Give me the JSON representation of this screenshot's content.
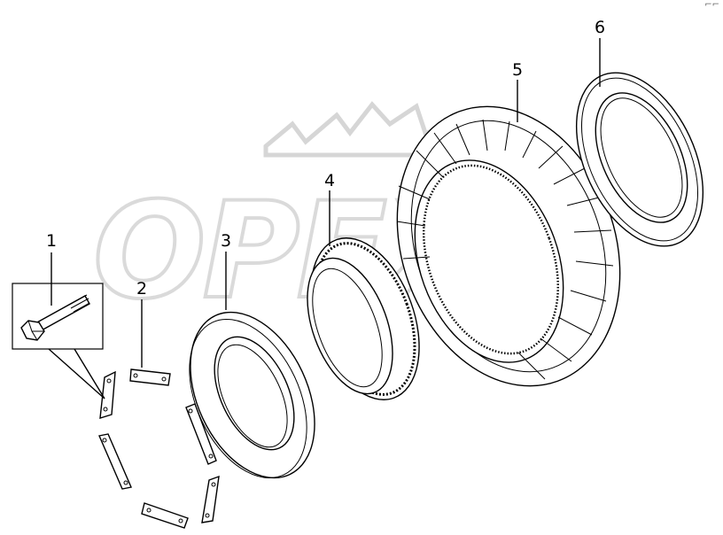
{
  "diagram": {
    "watermark_text": "OPEX",
    "corner_mark": "⌐⌐",
    "callouts": [
      {
        "id": "1",
        "label": "1"
      },
      {
        "id": "2",
        "label": "2"
      },
      {
        "id": "3",
        "label": "3"
      },
      {
        "id": "4",
        "label": "4"
      },
      {
        "id": "5",
        "label": "5"
      },
      {
        "id": "6",
        "label": "6"
      }
    ]
  }
}
